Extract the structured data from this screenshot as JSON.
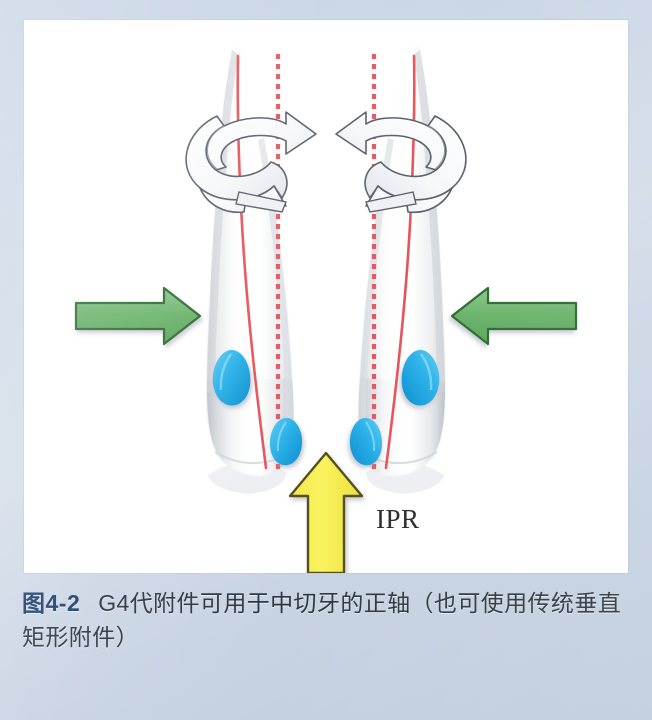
{
  "page": {
    "background_color": "#ccd7e6",
    "panel_color": "#ffffff"
  },
  "figure": {
    "name": "orthodontic-tooth-root-uprighting-diagram",
    "labels": {
      "ipr": "IPR"
    },
    "colors": {
      "green_arrow": "#6cb46c",
      "green_arrow_edge": "#2f6b33",
      "yellow_arrow": "#f7ef4e",
      "yellow_arrow_edge": "#4a4420",
      "attachment_blue": "#2fb5e8",
      "attachment_blue_dark": "#0b86c4",
      "axis_red": "#e8535b",
      "reference_red_dotted": "#e05a62",
      "tooth_fill": "#fbfbfb",
      "tooth_shadow": "#c9ccd2",
      "rotation_arrow_stroke": "#5b5f6b"
    },
    "elements": {
      "left_tooth": "left central incisor",
      "right_tooth": "right central incisor",
      "left_rotation_arrow": "clockwise root rotation arrow",
      "right_rotation_arrow": "counter-clockwise root rotation arrow",
      "left_green_arrow": "mesial force arrow pointing right",
      "right_green_arrow": "mesial force arrow pointing left",
      "yellow_arrow": "interproximal reduction arrow pointing up",
      "attachments": "G4 optimized root control attachments",
      "attachment_count": 4,
      "solid_red_line": "long axis of tooth",
      "dotted_red_line": "vertical reference line"
    }
  },
  "caption": {
    "figure_number": "图4-2",
    "text": "G4代附件可用于中切牙的正轴（也可使用传统垂直矩形附件）"
  }
}
